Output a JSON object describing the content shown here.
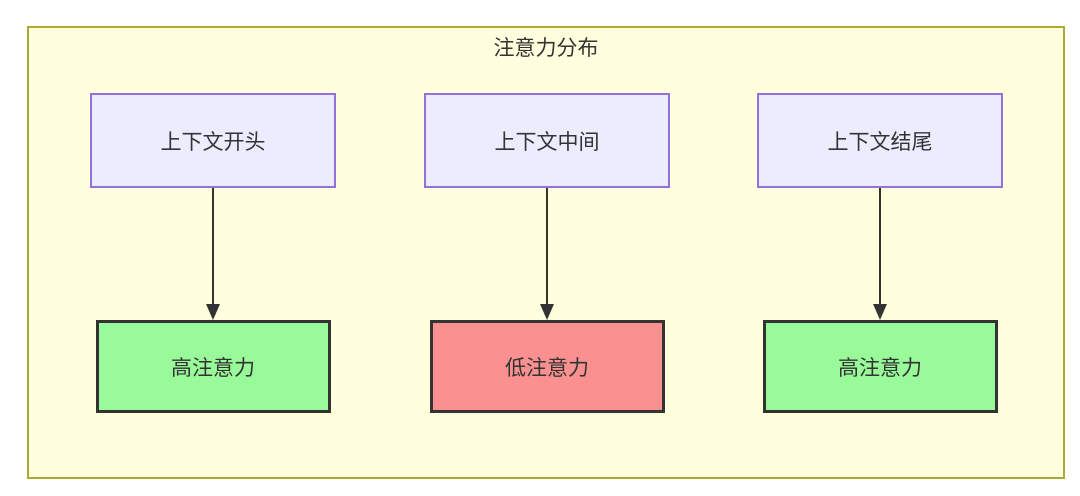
{
  "diagram": {
    "title": "注意力分布",
    "colors": {
      "page_bg": "#ffffff",
      "container_fill": "#ffffde",
      "container_border": "#aaaa33",
      "context_fill": "#ececff",
      "context_border": "#9370db",
      "high_fill": "#99fa99",
      "low_fill": "#fa9090",
      "node_border": "#333333",
      "arrow_color": "#333333",
      "text_color": "#333333"
    },
    "columns": [
      {
        "source": "上下文开头",
        "target": "高注意力",
        "level": "high"
      },
      {
        "source": "上下文中间",
        "target": "低注意力",
        "level": "low"
      },
      {
        "source": "上下文结尾",
        "target": "高注意力",
        "level": "high"
      }
    ]
  }
}
